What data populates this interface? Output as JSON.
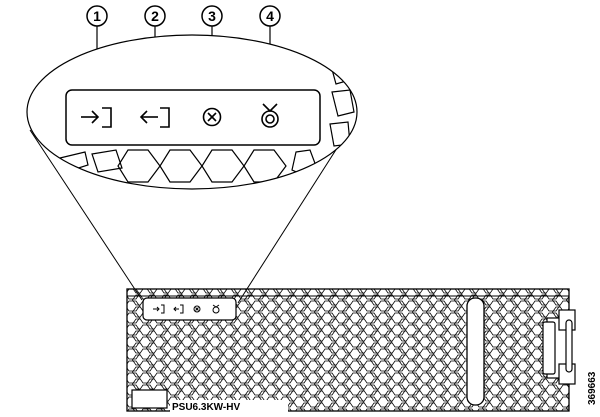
{
  "callouts": [
    {
      "number": "1",
      "icon": "input-power-icon"
    },
    {
      "number": "2",
      "icon": "output-power-icon"
    },
    {
      "number": "3",
      "icon": "fault-icon"
    },
    {
      "number": "4",
      "icon": "locator-icon"
    }
  ],
  "psu_label": "PSU6.3KW-HV",
  "figure_id": "369663",
  "colors": {
    "line": "#000000",
    "background": "#ffffff"
  }
}
